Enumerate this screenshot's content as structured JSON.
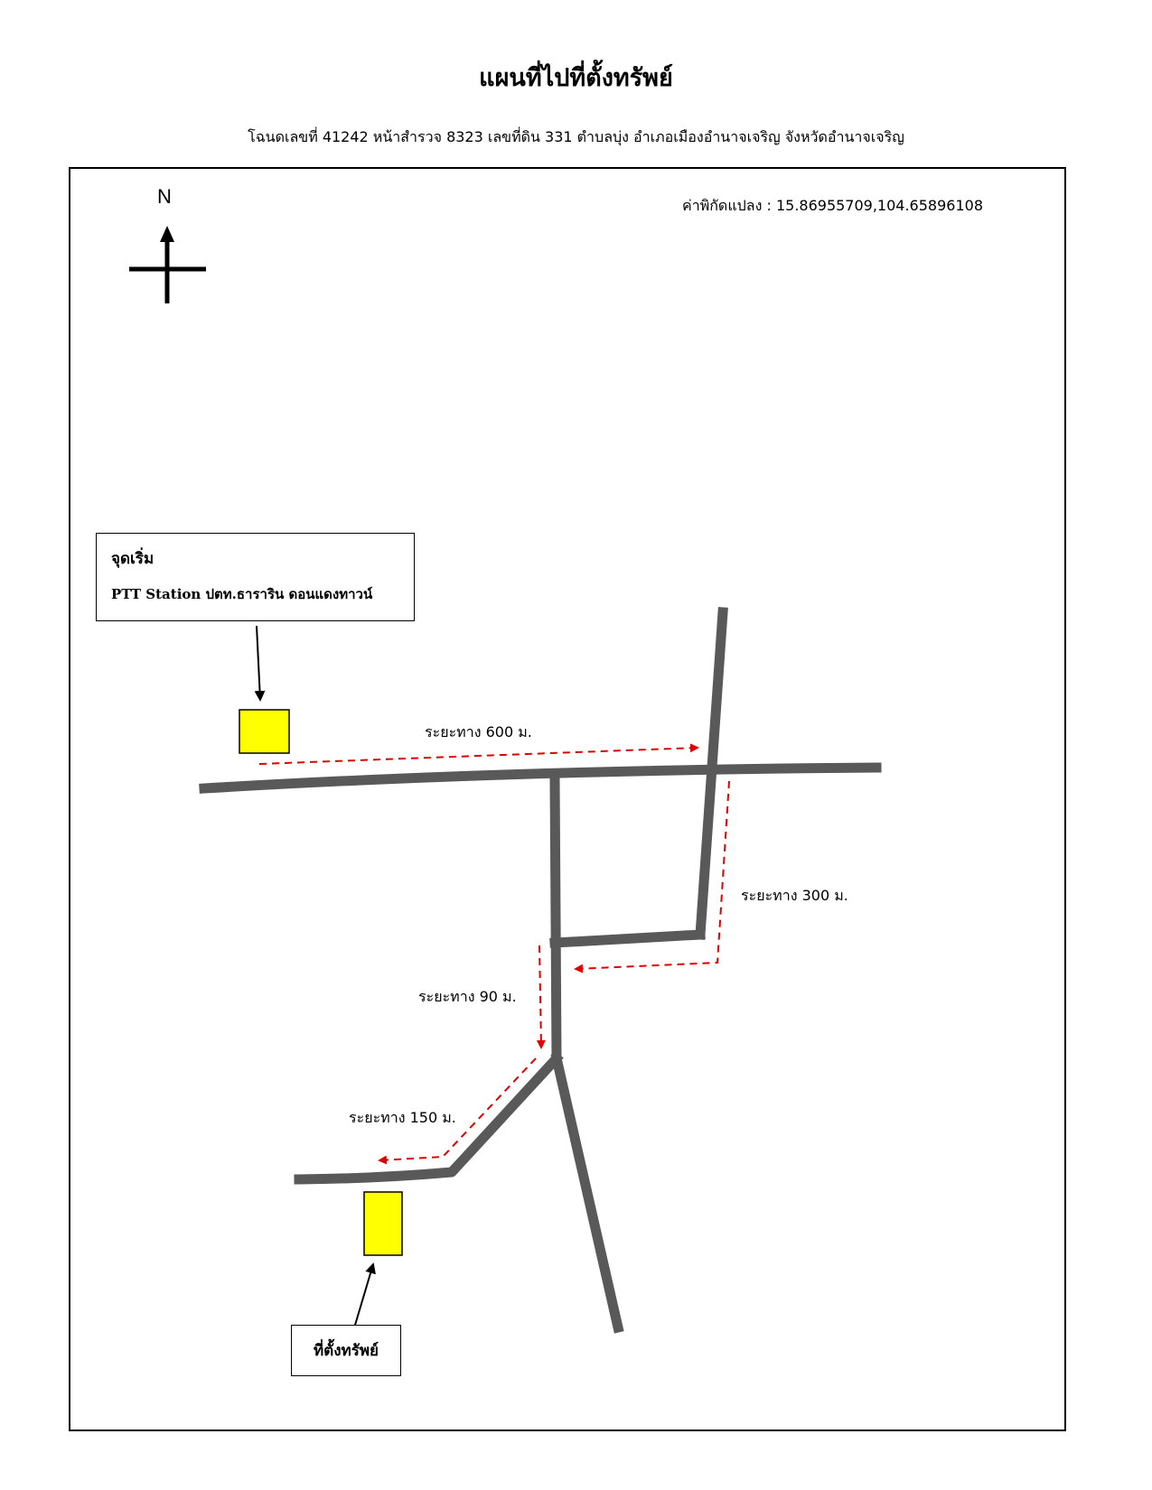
{
  "title": "แผนที่ไปที่ตั้งทรัพย์",
  "subtitle": "โฉนดเลขที่ 41242 หน้าสำรวจ 8323 เลขที่ดิน 331 ตำบลบุ่ง อำเภอเมืองอำนาจเจริญ จังหวัดอำนาจเจริญ",
  "coordinates": "ค่าพิกัดแปลง : 15.86955709,104.65896108",
  "compass": {
    "label": "N",
    "icon": "north-arrow-icon"
  },
  "start": {
    "title": "จุดเริ่ม",
    "description": "PTT Station ปตท.ธาราริน ดอนแดงทาวน์"
  },
  "destination": {
    "label": "ที่ตั้งทรัพย์"
  },
  "distances": [
    "ระยะทาง 600 ม.",
    "ระยะทาง 300 ม.",
    "ระยะทาง 90 ม.",
    "ระยะทาง 150 ม."
  ],
  "colors": {
    "road": "#595959",
    "route": "#e00000",
    "marker": "#ffff00"
  }
}
